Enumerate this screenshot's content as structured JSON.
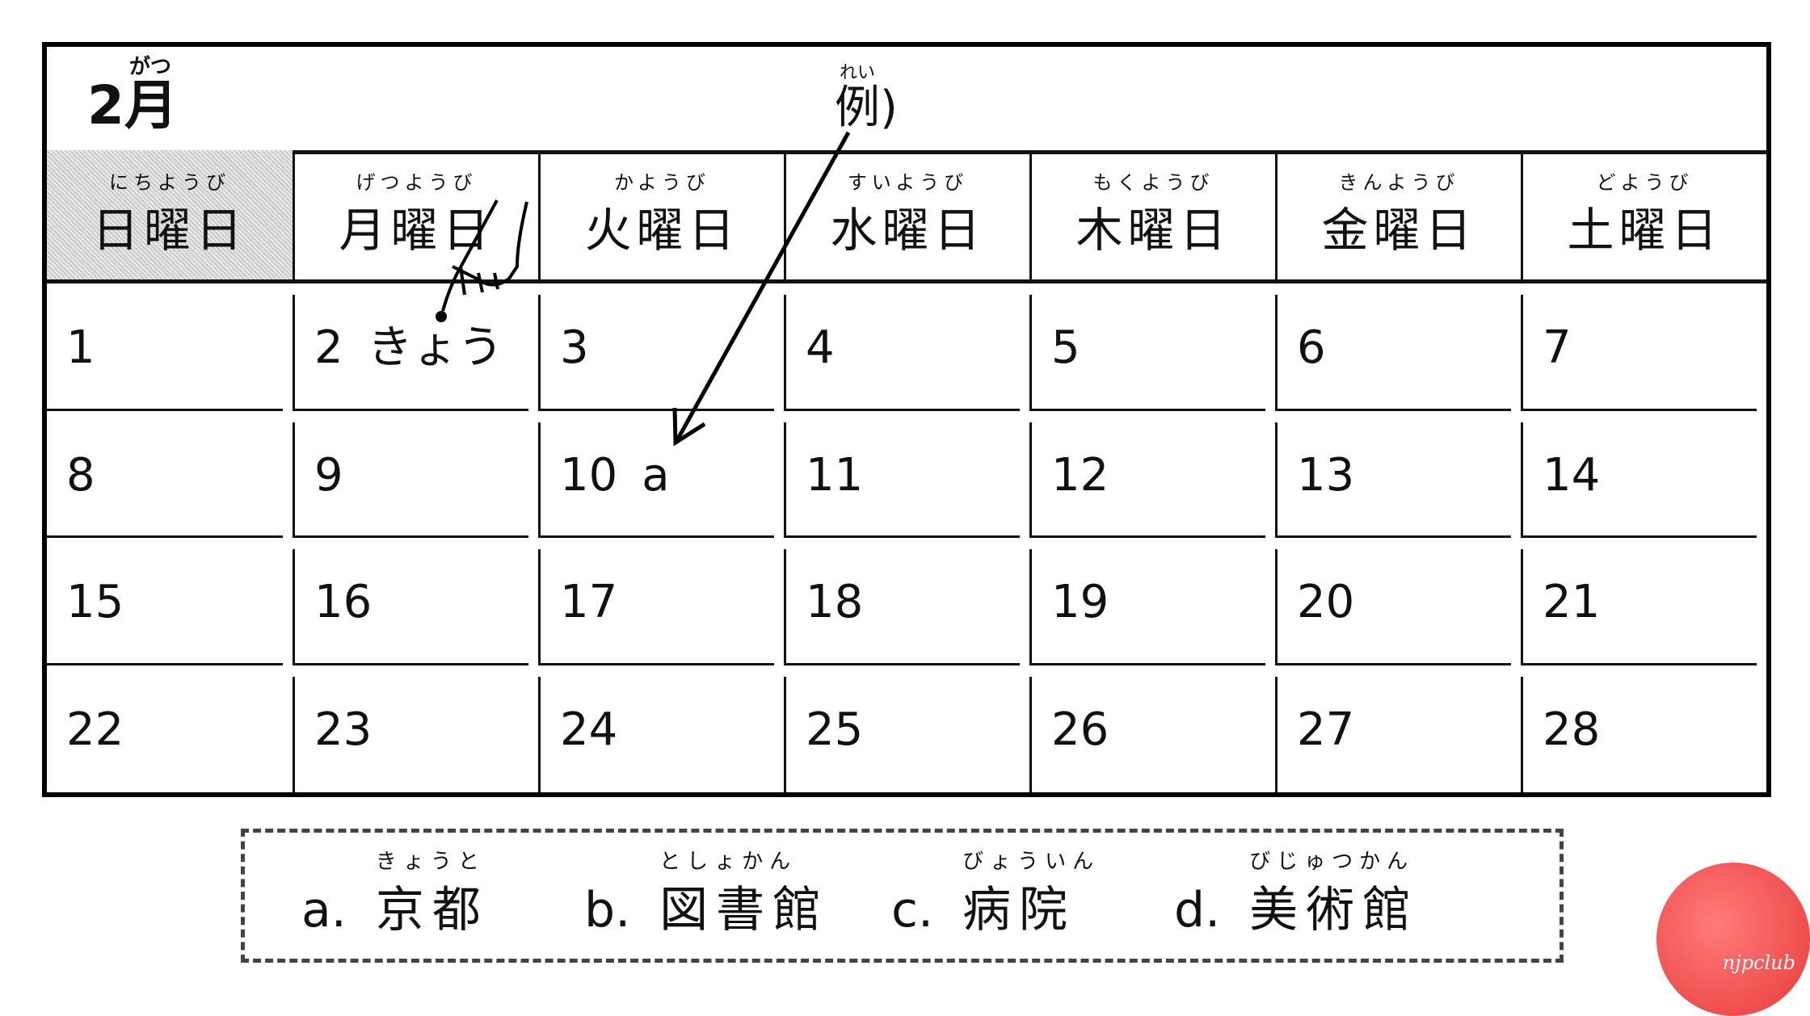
{
  "month": {
    "label": "2月",
    "ruby": "がつ"
  },
  "example": {
    "label": "例)",
    "ruby": "れい"
  },
  "weekdays": [
    {
      "kanji": "日曜日",
      "ruby": "にちようび"
    },
    {
      "kanji": "月曜日",
      "ruby": "げつようび"
    },
    {
      "kanji": "火曜日",
      "ruby": "かようび"
    },
    {
      "kanji": "水曜日",
      "ruby": "すいようび"
    },
    {
      "kanji": "木曜日",
      "ruby": "もくようび"
    },
    {
      "kanji": "金曜日",
      "ruby": "きんようび"
    },
    {
      "kanji": "土曜日",
      "ruby": "どようび"
    }
  ],
  "days": [
    {
      "n": "1"
    },
    {
      "n": "2",
      "note": "きょう"
    },
    {
      "n": "3"
    },
    {
      "n": "4"
    },
    {
      "n": "5"
    },
    {
      "n": "6"
    },
    {
      "n": "7"
    },
    {
      "n": "8"
    },
    {
      "n": "9"
    },
    {
      "n": "10",
      "note": "a"
    },
    {
      "n": "11"
    },
    {
      "n": "12"
    },
    {
      "n": "13"
    },
    {
      "n": "14"
    },
    {
      "n": "15"
    },
    {
      "n": "16"
    },
    {
      "n": "17"
    },
    {
      "n": "18"
    },
    {
      "n": "19"
    },
    {
      "n": "20"
    },
    {
      "n": "21"
    },
    {
      "n": "22"
    },
    {
      "n": "23"
    },
    {
      "n": "24"
    },
    {
      "n": "25"
    },
    {
      "n": "26"
    },
    {
      "n": "27"
    },
    {
      "n": "28"
    }
  ],
  "options": [
    {
      "label": "a.",
      "word": "京都",
      "ruby": "きょうと"
    },
    {
      "label": "b.",
      "word": "図書館",
      "ruby": "としょかん"
    },
    {
      "label": "c.",
      "word": "病院",
      "ruby": "びょういん"
    },
    {
      "label": "d.",
      "word": "美術館",
      "ruby": "びじゅつかん"
    }
  ],
  "logo": {
    "text": "njpclub"
  }
}
